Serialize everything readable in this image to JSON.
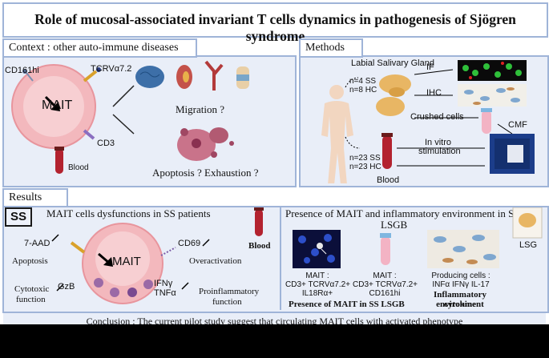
{
  "title": "Role of mucosal-associated invariant T cells dynamics in pathogenesis of Sjögren syndrome",
  "context": {
    "heading": "Context : other auto-immune diseases",
    "cd161": "CD161hi",
    "tcr": "TCRVα7.2",
    "cell": "MAIT",
    "cd3": "CD3",
    "blood": "Blood",
    "migration": "Migration ?",
    "apoptosis": "Apoptosis ? Exhaustion ?"
  },
  "methods": {
    "heading": "Methods",
    "lsg": "Labial Salivary Gland",
    "n1": "n=4 SS",
    "n2": "n=8 HC",
    "if": "IF",
    "ihc": "IHC",
    "crushed": "Crushed cells",
    "cmf": "CMF",
    "invitro": "In vitro",
    "stimulation": "stimulation",
    "n3": "n=23  SS",
    "n4": "n=23  HC",
    "blood": "Blood"
  },
  "results": {
    "heading": "Results",
    "ss": "SS",
    "subtitle": "MAIT cells dysfunctions in SS patients",
    "aad": "7-AAD",
    "apoptosis": "Apoptosis",
    "cd69": "CD69",
    "overactivation": "Overactivation",
    "blood": "Blood",
    "cell": "MAIT",
    "gzb": "GzB",
    "cytotoxic": "Cytotoxic",
    "function": "function",
    "ifn": "IFNγ",
    "tnf": "TNFα",
    "proinflam": "Proinflammatory",
    "proinflam2": "function",
    "right_title_1": "Presence of MAIT and inflammatory environment in SS",
    "right_title_2": "LSGB",
    "lsg": "LSG",
    "mait1_a": "MAIT :",
    "mait1_b": "CD3+ TCRVα7.2+",
    "mait1_c": "IL18Rα+",
    "mait2_a": "MAIT :",
    "mait2_b": "CD3+ TCRVα7.2+",
    "mait2_c": "CD161hi",
    "prod_a": "Producing cells :",
    "prod_b": "INFα IFNγ IL-17",
    "presence": "Presence of MAIT in SS LSGB",
    "inflam_1": "Inflammatory cytokine",
    "inflam_2": "environment"
  },
  "conclusion": "Conclusion : The current pilot study suggest that circulating MAIT cells with activated phenotype",
  "colors": {
    "border": "#9fb4d8",
    "panel_bg": "#e9eef8",
    "cell_fill": "#f6c9cc",
    "cell_ring": "#e8959d",
    "blood_red": "#b3222f"
  }
}
